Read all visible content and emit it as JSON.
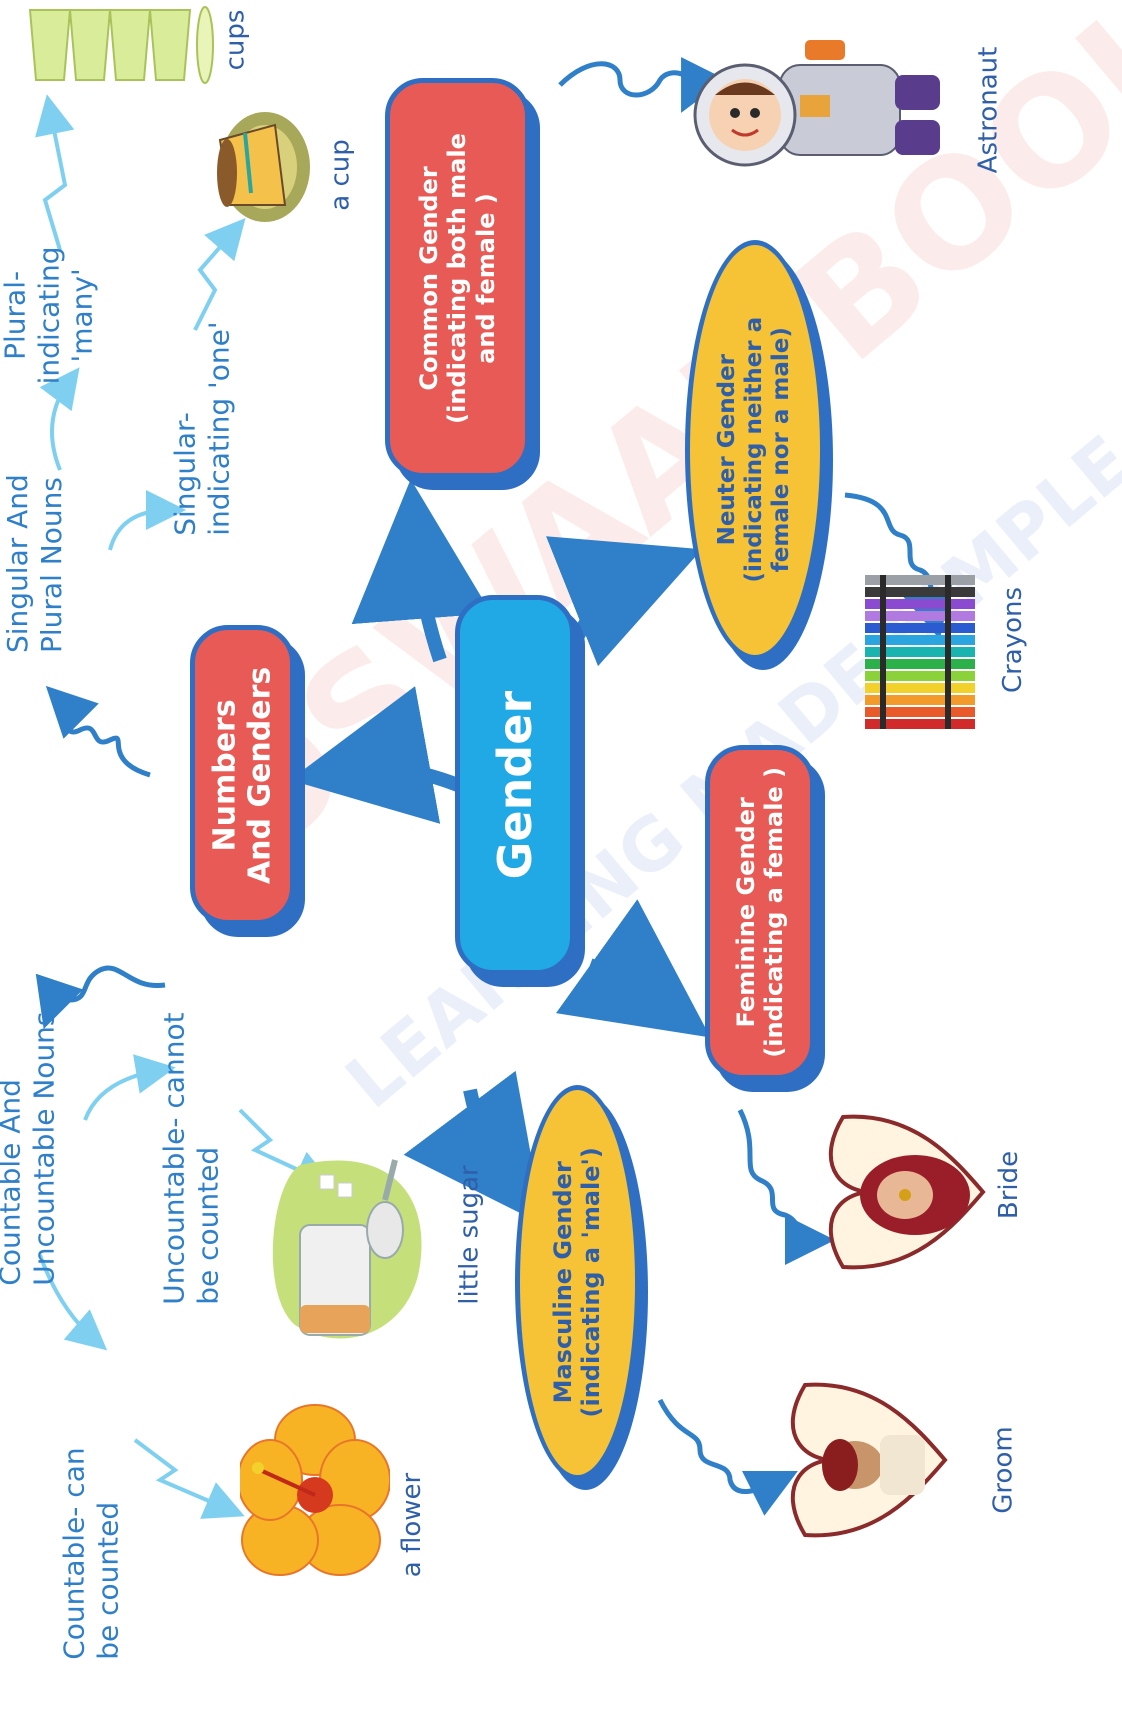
{
  "center": {
    "label": "Gender"
  },
  "numbers_genders": {
    "label_line1": "Numbers",
    "label_line2": "And Genders"
  },
  "common": {
    "line1": "Common Gender",
    "line2": "(indicating both male",
    "line3": "and female )"
  },
  "neuter": {
    "line1": "Neuter Gender",
    "line2": "(indicating neither a",
    "line3": "female nor a male)"
  },
  "feminine": {
    "line1": "Feminine Gender",
    "line2": "(indicating a female )"
  },
  "masculine": {
    "line1": "Masculine Gender",
    "line2": "(indicating a 'male')"
  },
  "singular_plural": {
    "line1": "Singular And",
    "line2": "Plural Nouns"
  },
  "plural": {
    "line1": "Plural-",
    "line2": "indicating",
    "line3": "'many'"
  },
  "singular": {
    "line1": "Singular-",
    "line2": "indicating 'one'"
  },
  "countable_uncountable": {
    "line1": "Countable And",
    "line2": "Uncountable Nouns"
  },
  "countable": {
    "line1": "Countable- can",
    "line2": "be counted"
  },
  "uncountable": {
    "line1": "Uncountable- cannot",
    "line2": "be counted"
  },
  "captions": {
    "cups": "cups",
    "cup": "a cup",
    "astronaut": "Astronaut",
    "crayons": "Crayons",
    "bride": "Bride",
    "groom": "Groom",
    "sugar": "little sugar",
    "flower": "a flower"
  },
  "watermark": {
    "line1": "OSWAAL BOOKS",
    "line2": "LEARNING MADE SIMPLE"
  },
  "colors": {
    "red": "#e85a55",
    "yellow": "#f6c236",
    "blue": "#21a9e6",
    "outline": "#2f6fc3",
    "text_blue": "#2f7fc9"
  }
}
